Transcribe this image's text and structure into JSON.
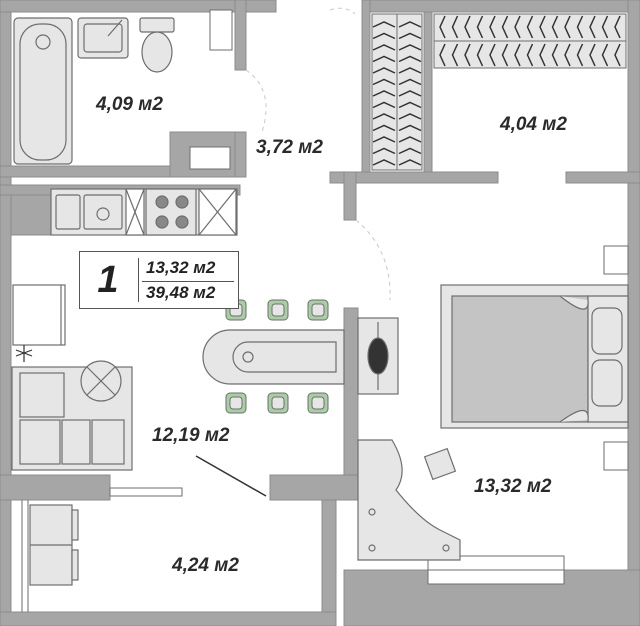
{
  "plan": {
    "rooms": [
      {
        "id": "bathroom",
        "area": "4,09 м2"
      },
      {
        "id": "hallway",
        "area": "3,72 м2"
      },
      {
        "id": "wardrobe",
        "area": "4,04 м2"
      },
      {
        "id": "kitchen",
        "area": "12,19 м2"
      },
      {
        "id": "bedroom",
        "area": "13,32 м2"
      },
      {
        "id": "balcony",
        "area": "4,24 м2"
      }
    ],
    "legend": {
      "rooms": "1",
      "living_area": "13,32 м2",
      "total_area": "39,48 м2"
    },
    "colors": {
      "wall": "#a6a6a6",
      "wall_edge": "#8c8c8c",
      "fixture_fill": "#e6e6e6",
      "fixture_stroke": "#6e6e6e",
      "chair_green": "#a8cfa4",
      "label": "#2a2a2a"
    }
  }
}
